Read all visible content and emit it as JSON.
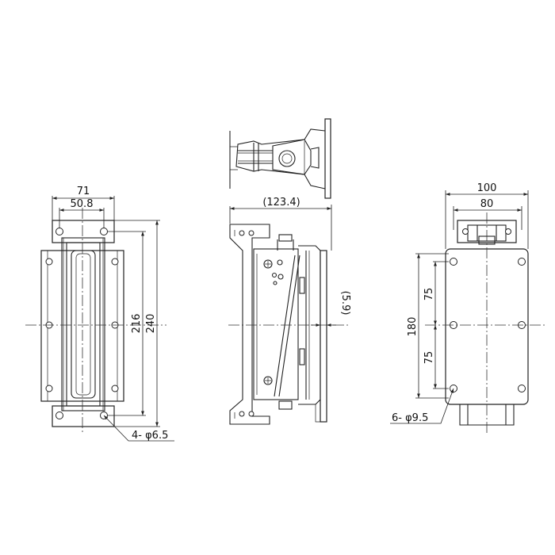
{
  "dimensions": {
    "front_width_outer": "71",
    "front_width_inner": "50.8",
    "front_height_216": "216",
    "front_height_240": "240",
    "front_holes": "4- φ6.5",
    "side_depth": "(123.4)",
    "side_offset": "(5.9)",
    "back_width_outer": "100",
    "back_width_inner": "80",
    "back_height": "180",
    "back_pitch_upper": "75",
    "back_pitch_lower": "75",
    "back_holes": "6- φ9.5"
  }
}
